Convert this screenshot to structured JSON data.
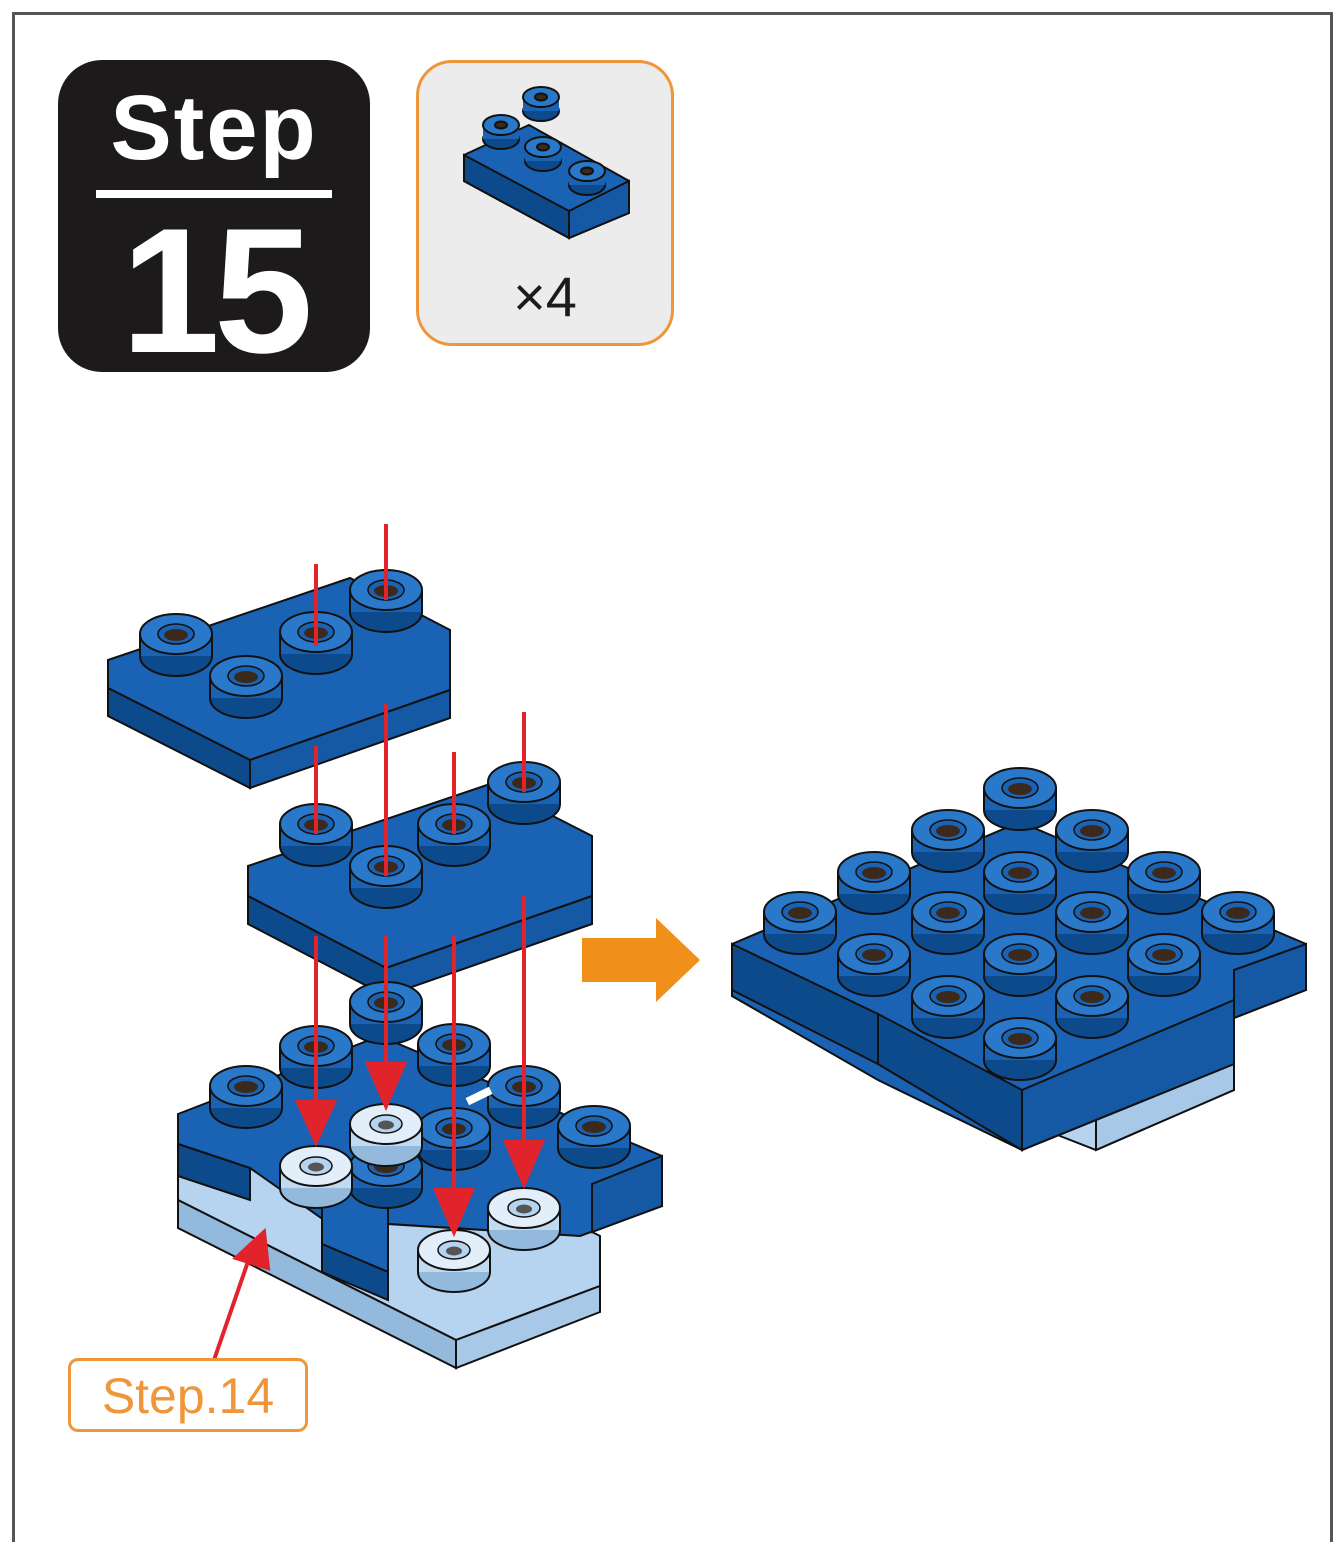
{
  "step": {
    "label": "Step",
    "number": "15"
  },
  "parts": {
    "quantity": "×4",
    "part_icon": "blue-l-plate-3-stud-icon"
  },
  "reference": {
    "label": "Step.14"
  },
  "colors": {
    "brick_blue": "#1a63b4",
    "brick_blue_dark": "#0d4a8c",
    "brick_light": "#b6d4ef",
    "arrow_red": "#e1242b",
    "arrow_orange": "#f0901a",
    "badge": "#1c1a1b",
    "accent_orange": "#f0963a"
  }
}
